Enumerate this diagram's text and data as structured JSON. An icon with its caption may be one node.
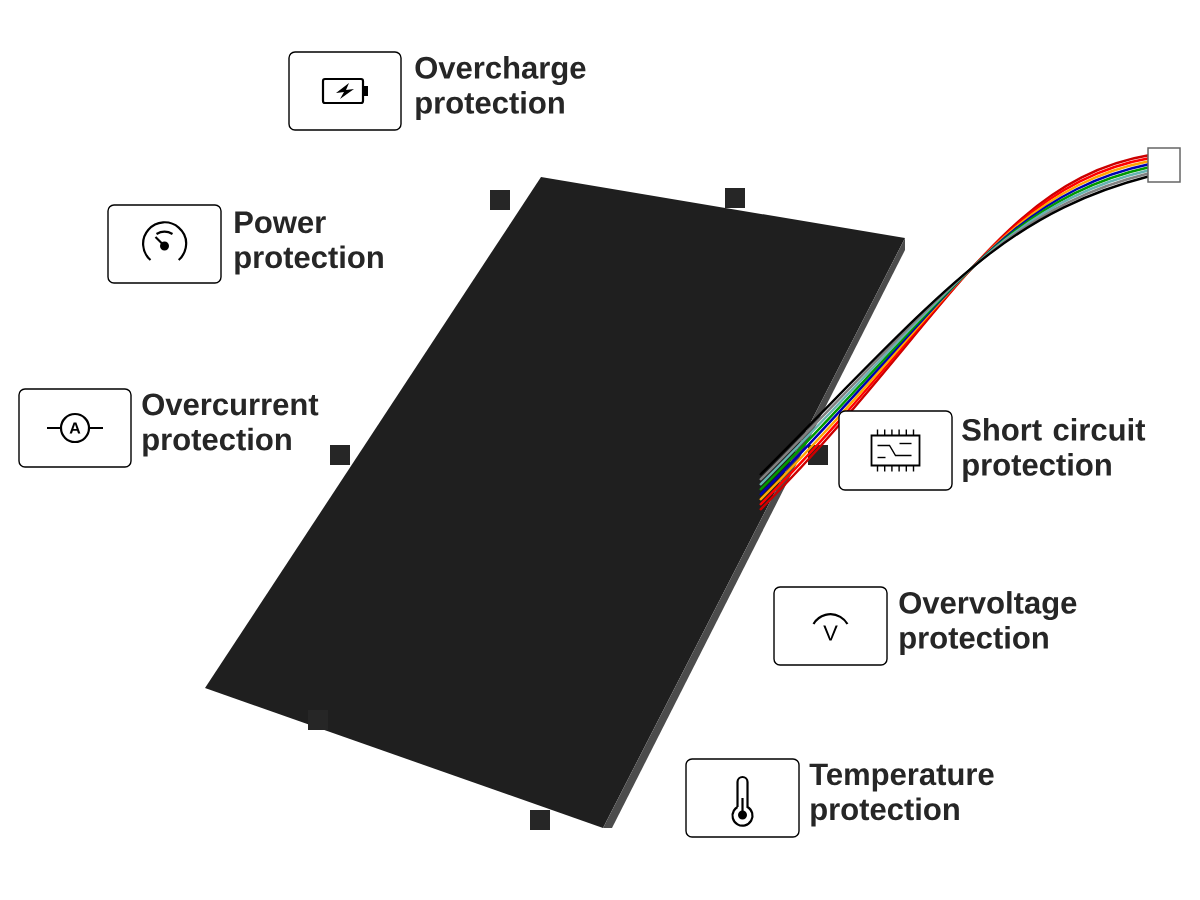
{
  "diagram": {
    "nodes": [
      {
        "text": [
          "Overcharge protection"
        ]
      },
      {
        "text": [
          "Power protection"
        ]
      },
      {
        "text": [
          "Overcurrent protection"
        ]
      },
      {
        "text": [
          "Short circuit protection"
        ]
      },
      {
        "text": [
          "Overvoltage protection"
        ]
      },
      {
        "text": [
          "Temperature protection"
        ]
      }
    ],
    "labels": [
      "A",
      "V"
    ]
  }
}
